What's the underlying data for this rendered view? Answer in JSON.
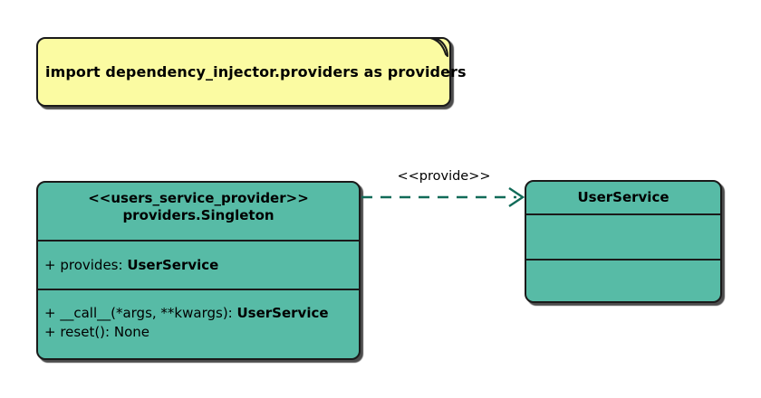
{
  "diagram": {
    "note": {
      "text": "import dependency_injector.providers as providers"
    },
    "provider_class": {
      "stereotype": "<<users_service_provider>>",
      "name": "providers.Singleton",
      "attributes": [
        {
          "text": "+ provides: ",
          "type": "UserService"
        }
      ],
      "methods": [
        {
          "text": "+ __call__(*args, **kwargs): ",
          "type": "UserService"
        },
        {
          "text": "+ reset(): None",
          "type": ""
        }
      ]
    },
    "service_class": {
      "name": "UserService"
    },
    "arrow": {
      "label": "<<provide>>"
    },
    "colors": {
      "class_fill": "#57BBA6",
      "note_fill": "#FBFBA2",
      "note_fold": "#D9D98A",
      "arrow_stroke": "#116B58",
      "border": "#1A1A1A",
      "text": "#000000",
      "background": "#FFFFFF"
    }
  }
}
